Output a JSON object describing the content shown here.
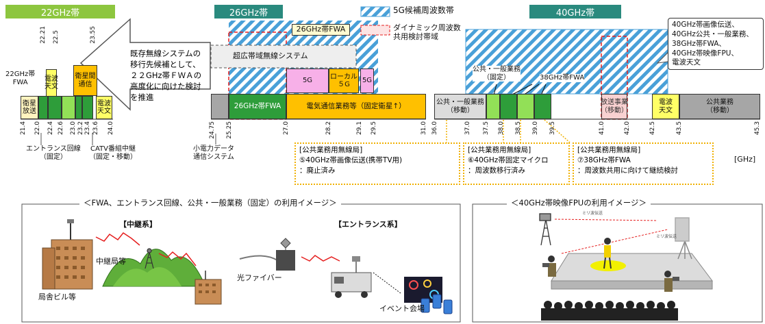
{
  "headers": {
    "band22": "22GHz帯",
    "band26": "26GHz帯",
    "band40": "40GHz帯"
  },
  "colors": {
    "header_green_light": "#8dc63f",
    "header_teal": "#2a8a7e",
    "yellow": "#ffff66",
    "cream": "#fff4bf",
    "green_dark": "#2e9d3a",
    "green_light": "#92e057",
    "orange": "#ffc000",
    "pink": "#f7b0e8",
    "gray": "#a6a6a6",
    "red": "#e51e1e",
    "hatch": "#49a0d8"
  },
  "legend": {
    "candidate": "5G候補周波数帯",
    "dynamic_line1": "ダイナミック周波数",
    "dynamic_line2": "共用検討帯域"
  },
  "band22": {
    "eisei_line1": "衛星",
    "eisei_line2": "放送",
    "denpa_line1": "電波",
    "denpa_line2": "天文",
    "eiseikan_line1": "衛星間",
    "eiseikan_line2": "通信",
    "denpa2_line1": "電波",
    "denpa2_line2": "天文",
    "fwa_line1": "22GHz帯",
    "fwa_line2": "FWA",
    "ticks": [
      "21.4",
      "22.0",
      "22.21",
      "22.4",
      "22.5",
      "22.6",
      "23.0",
      "23.2",
      "23.4",
      "23.55",
      "23.6",
      "24.0"
    ],
    "label_entrance": "エントランス回線",
    "label_entrance_sub": "（固定）",
    "label_catv": "CATV番組中継",
    "label_catv_sub": "（固定・移動）"
  },
  "arrow_text": [
    "既存無線システムの",
    "移行先候補として、",
    "２２GHz帯ＦＷＡの",
    "高度化に向けた検討",
    "を推進"
  ],
  "band26": {
    "fwa_callout": "26GHz帯FWA",
    "uwb": "超広帯域無線システム",
    "fg1": "5G",
    "local_line1": "ローカル",
    "local_line2": "５G",
    "fg2": "5G",
    "fwa_bar": "26GHz帯FWA",
    "denki": "電気通信業務等（固定衛星↑）",
    "ticks": [
      "24.75",
      "25.25",
      "27.0",
      "28.2",
      "29.1",
      "29.5",
      "31.0"
    ],
    "small_power_line1": "小電力データ",
    "small_power_line2": "通信システム"
  },
  "band40": {
    "kokyo_line1": "公共・一般業務",
    "kokyo_line2": "（移動）",
    "kokyo_fixed_line1": "公共・一般業務",
    "kokyo_fixed_line2": "（固定）",
    "fwa38": "38GHz帯FWA",
    "hoso_line1": "放送事業",
    "hoso_line2": "（移動）",
    "denpa_line1": "電波",
    "denpa_line2": "天文",
    "kokyo2_line1": "公共業務",
    "kokyo2_line2": "（移動）",
    "ticks": [
      "36.0",
      "37.0",
      "37.5",
      "38.0",
      "38.5",
      "39.0",
      "39.5",
      "41.0",
      "42.0",
      "42.5",
      "43.5",
      "45.3"
    ],
    "unit": "[GHz]",
    "callout": [
      "40GHz帯画像伝送、",
      "40GHz公共・一般業務、",
      "38GHz帯FWA、",
      "40GHz帯映像FPU、",
      "電波天文"
    ]
  },
  "notes": [
    {
      "title": "[公共業務用無線局]",
      "line1": "⑤40GHz帯画像伝送(携帯TV用)",
      "line2": "：廃止済み"
    },
    {
      "title": "[公共業務用無線局]",
      "line1": "⑥40GHz帯固定マイクロ",
      "line2": "：周波数移行済み"
    },
    {
      "title": "[公共業務用無線局]",
      "line1": "⑦38GHz帯FWA",
      "line2": "：周波数共用に向けて継続検討"
    }
  ],
  "panel_fwa": {
    "title": "＜FWA、エントランス回線、公共・一般業務（固定）の利用イメージ＞",
    "relay": "【中継系】",
    "entrance": "【エントランス系】",
    "relay_station": "中継局等",
    "building": "局舎ビル等",
    "fiber": "光ファイバー",
    "event": "イベント会場"
  },
  "panel_fpu": {
    "title": "＜40GHz帯映像FPUの利用イメージ＞",
    "wave1": "ミリ波伝送",
    "wave2": "ミリ波伝送"
  }
}
